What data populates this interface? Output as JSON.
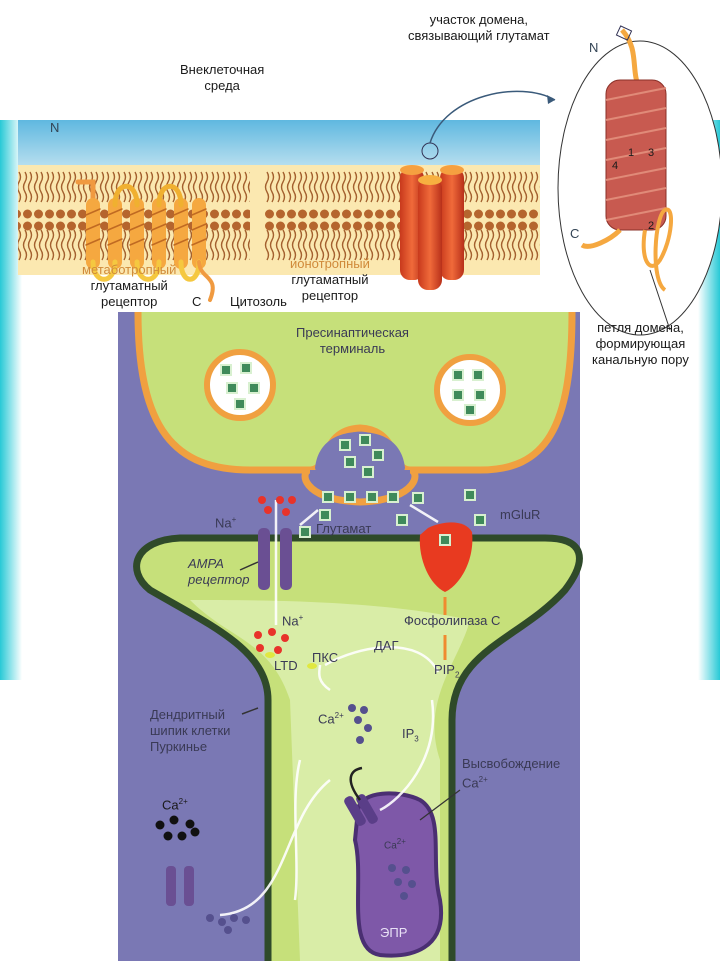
{
  "top": {
    "extracellular": [
      "Внеклеточная",
      "среда"
    ],
    "n_label": "N",
    "c_label": "C",
    "cytosol": "Цитозоль",
    "metabotropic": [
      "метаботропный",
      "глутаматный",
      "рецептор"
    ],
    "ionotropic": [
      "ионотропный",
      "глутаматный",
      "рецептор"
    ],
    "inset": {
      "binding_site": [
        "участок домена,",
        "связывающий глутамат"
      ],
      "pore_loop": [
        "петля домена,",
        "формирующая",
        "канальную пору"
      ],
      "n_label": "N",
      "c_label": "C",
      "helix_numbers": [
        "1",
        "2",
        "3",
        "4"
      ]
    }
  },
  "bottom": {
    "presynaptic": [
      "Пресинаптическая",
      "терминаль"
    ],
    "na_top": "Na",
    "na_mid": "Na",
    "na_sup": "+",
    "glutamate": "Глутамат",
    "mglur": "mGluR",
    "ampa": [
      "AMPA",
      "рецептор"
    ],
    "phospholipase": "Фосфолипаза С",
    "ltd": "LTD",
    "pkc": "ПКС",
    "dag": "ДАГ",
    "pip": "PIP",
    "pip_sub": "2",
    "ip": "IP",
    "ip_sub": "3",
    "ca": "Ca",
    "ca_sup": "2+",
    "spine": [
      "Дендритный",
      "шипик клетки",
      "Пуркинье"
    ],
    "release": [
      "Высвобождение",
      "Ca"
    ],
    "er": "ЭПР"
  },
  "colors": {
    "membrane_orange": "#f0a040",
    "cytoplasm_green": "#c6e07a",
    "background_purple": "#7a78b4",
    "spine_border": "#2f4a2a",
    "glutamate": "#3f8a5a",
    "na": "#e8332a",
    "ca": "#55508e",
    "mglur": "#e83a20",
    "receptor_purple": "#6a4f93"
  }
}
